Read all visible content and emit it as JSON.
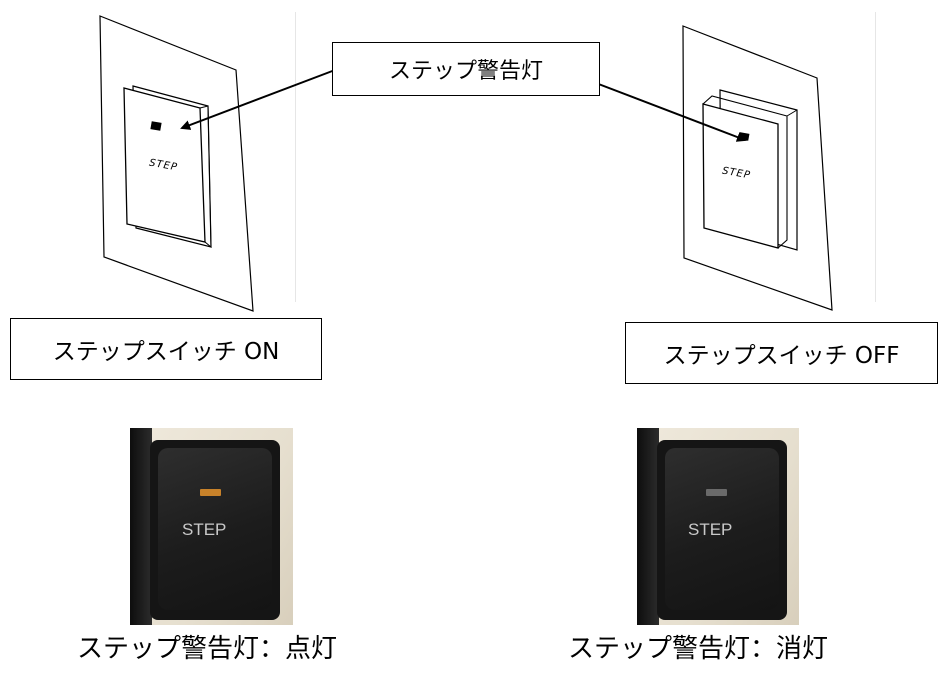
{
  "callout": {
    "label": "ステップ警告灯"
  },
  "drawing_left": {
    "switch_text": "STEP",
    "label": "ステップスイッチ ON"
  },
  "drawing_right": {
    "switch_text": "STEP",
    "label": "ステップスイッチ OFF"
  },
  "photo_left": {
    "switch_text": "STEP",
    "caption": "ステップ警告灯：点灯",
    "lamp_color": "#c8822a"
  },
  "photo_right": {
    "switch_text": "STEP",
    "caption": "ステップ警告灯：消灯",
    "lamp_color": "#6a6a6a"
  }
}
